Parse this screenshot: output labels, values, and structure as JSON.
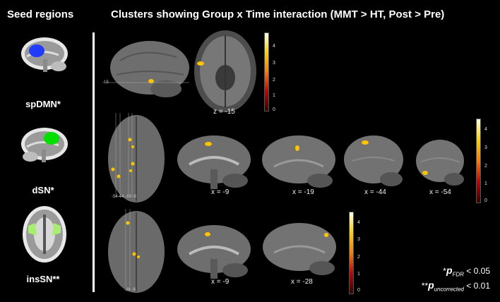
{
  "headers": {
    "seed_regions": "Seed regions",
    "clusters": "Clusters showing Group x Time interaction (MMT > HT, Post > Pre)"
  },
  "seeds": [
    {
      "label": "spDMN*",
      "color": "#1f3cff"
    },
    {
      "label": "dSN*",
      "color": "#00e000"
    },
    {
      "label": "insSN**",
      "color": "#a8ee70"
    }
  ],
  "row1": {
    "axial_caption": "z = -15",
    "surface_tick": "-15",
    "colorbar_ticks": [
      "4",
      "3",
      "2",
      "1",
      "0"
    ]
  },
  "row2": {
    "captions": [
      "x = -9",
      "x = -19",
      "x = -44",
      "x = -54"
    ],
    "surface_ticks": "-54-44 -19 -9",
    "colorbar_ticks": [
      "4",
      "3",
      "2",
      "1",
      "0"
    ]
  },
  "row3": {
    "captions": [
      "x = -9",
      "x = -28"
    ],
    "surface_ticks": "-28 -9",
    "colorbar_ticks": [
      "4",
      "3",
      "2",
      "1",
      "0"
    ]
  },
  "footnotes": {
    "fdr_prefix": "*",
    "fdr_p": "p",
    "fdr_sub": "FDR",
    "fdr_value": " < 0.05",
    "unc_prefix": "**",
    "unc_p": "p",
    "unc_sub": "uncorrected",
    "unc_value": " < 0.01"
  },
  "colors": {
    "background": "#000000",
    "cluster": "#ffc400",
    "brain": "#7a7a7a"
  }
}
